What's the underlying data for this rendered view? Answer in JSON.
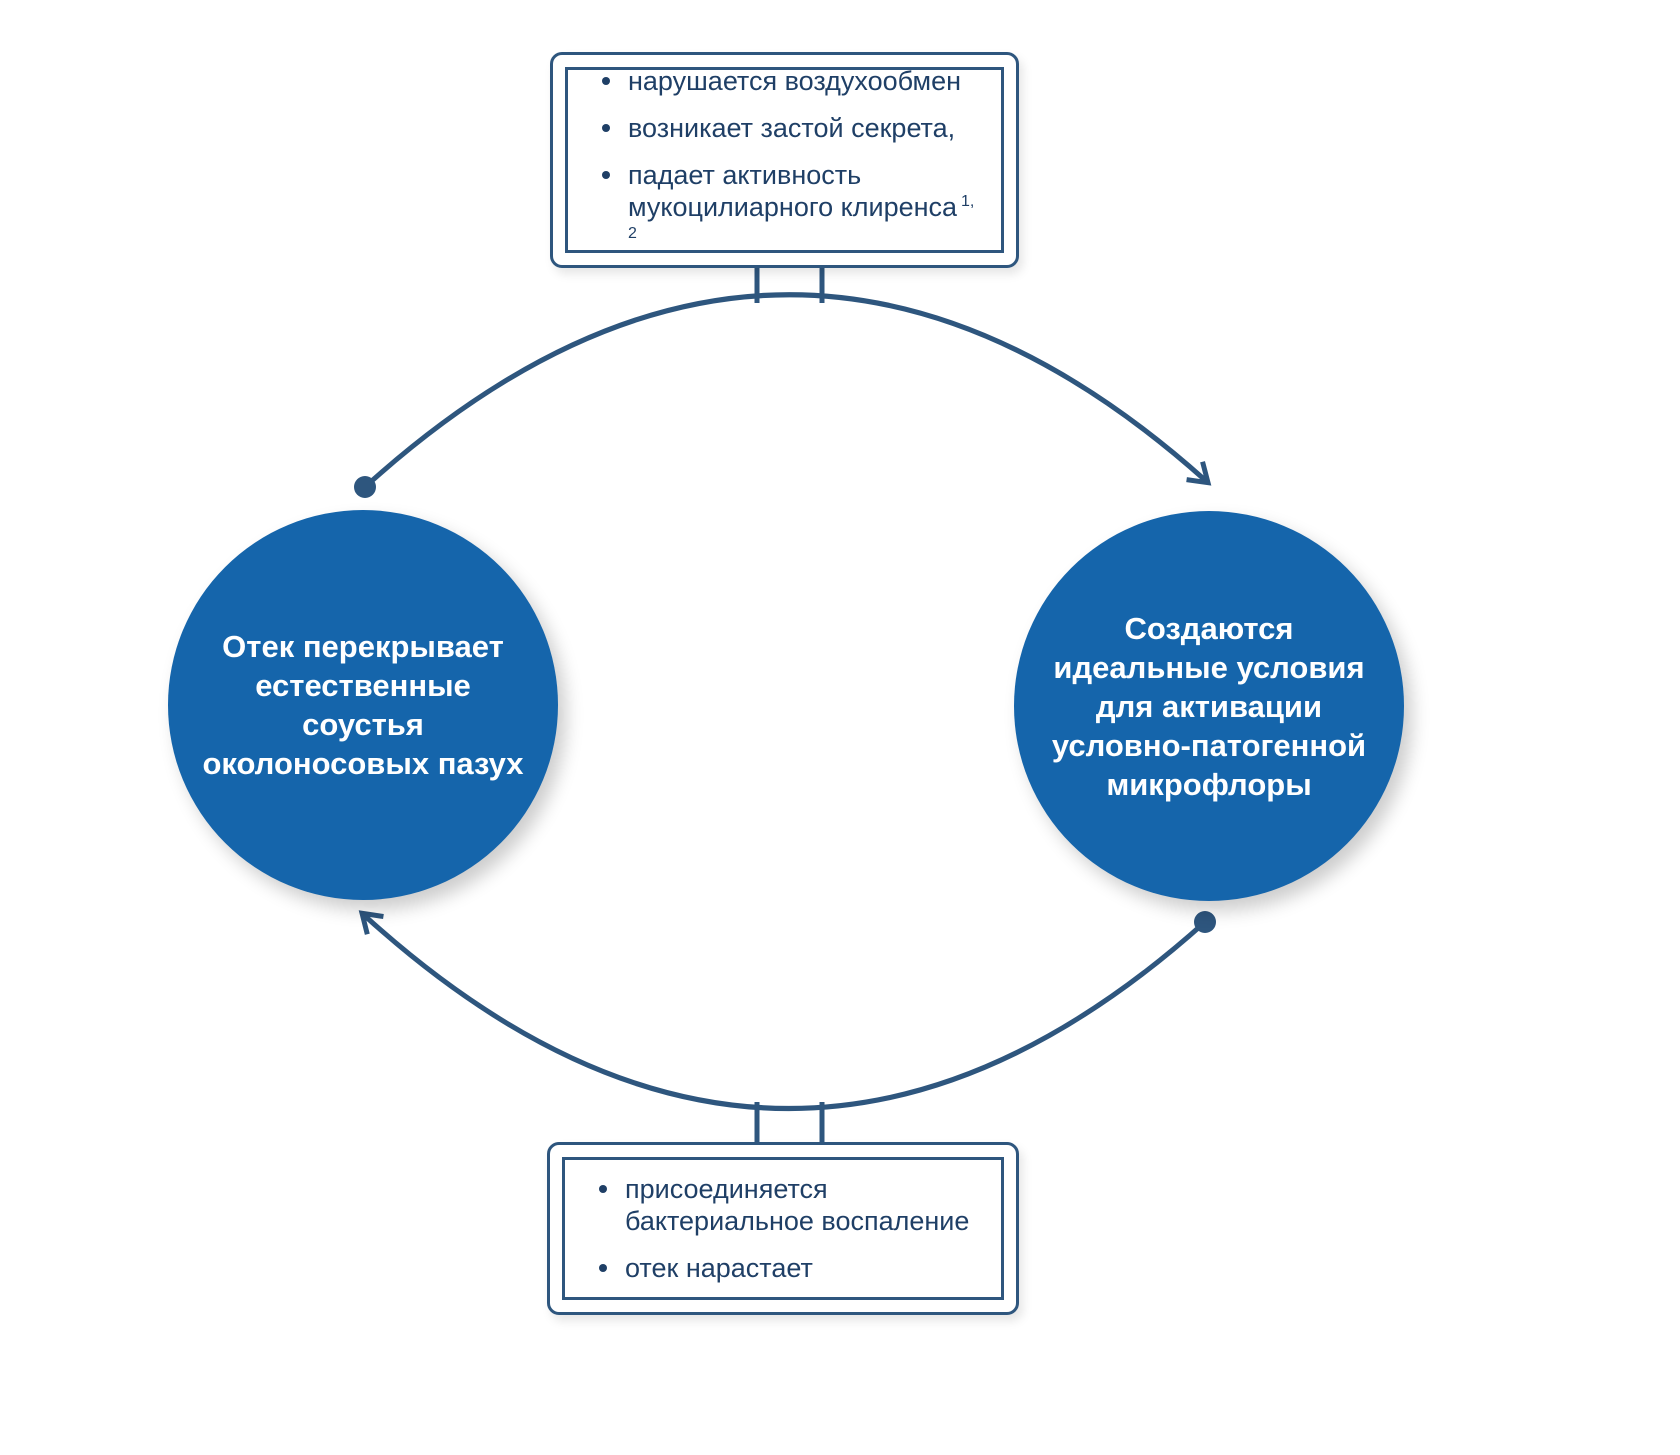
{
  "colors": {
    "circle_fill": "#1565ab",
    "outline": "#2e567e",
    "text_color": "#1f3f66",
    "circle_text": "#ffffff"
  },
  "top_box": {
    "items": [
      {
        "text": "нарушается воздухообмен",
        "sup": ""
      },
      {
        "text": "возникает застой секрета,",
        "sup": ""
      },
      {
        "text": "падает активность\nмукоцилиарного клиренса",
        "sup": "1, 2"
      }
    ]
  },
  "left_circle": {
    "text": "Отек перекрывает\nестественные\nсоустья\nоколоносовых пазух"
  },
  "right_circle": {
    "text": "Создаются\nидеальные условия\nдля активации\nусловно-патогенной\nмикрофлоры"
  },
  "bottom_box": {
    "items": [
      {
        "text": "присоединяется\nбактериальное воспаление",
        "sup": ""
      },
      {
        "text": "отек нарастает",
        "sup": ""
      }
    ]
  }
}
